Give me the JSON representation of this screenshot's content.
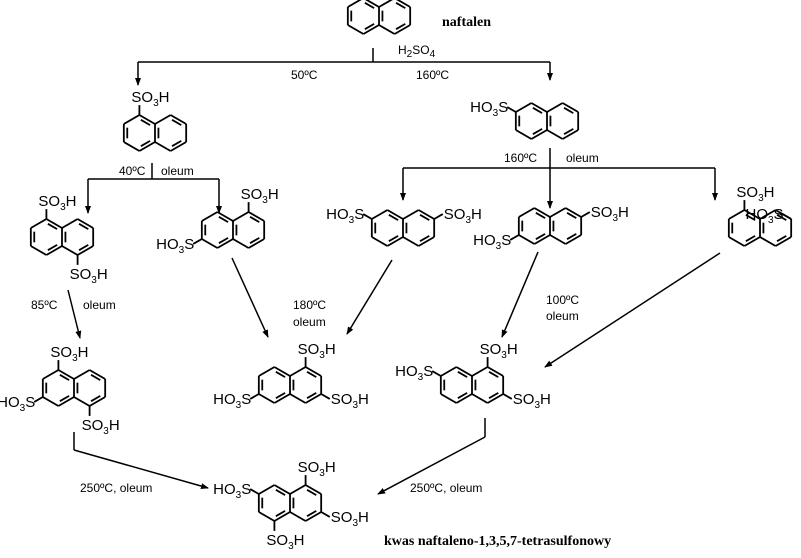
{
  "title": "naftalen",
  "product_name": "kwas naftaleno-1,3,5,7-tetrasulfonowy",
  "reagents": {
    "h2so4": {
      "main": "H",
      "sub1": "2",
      "mid": "SO",
      "sub2": "4"
    },
    "t50": "50ºC",
    "t160_top": "160ºC",
    "t40": "40ºC",
    "oleum": "oleum",
    "t160_mid": "160ºC",
    "t85": "85ºC",
    "t180": "180ºC",
    "t100": "100ºC",
    "t250_left": "250ºC, oleum",
    "t250_right": "250ºC, oleum"
  },
  "groups": {
    "so3h": {
      "a": "SO",
      "n": "3",
      "b": "H"
    },
    "ho3s": {
      "a": "HO",
      "n": "3",
      "b": "S"
    }
  },
  "molecules": [
    {
      "id": "naphthalene",
      "name": "naftalen"
    },
    {
      "id": "n1",
      "name": "naphthalene-1-sulfonic acid"
    },
    {
      "id": "n2",
      "name": "naphthalene-2-sulfonic acid"
    },
    {
      "id": "n15",
      "name": "naphthalene-1,5-disulfonic acid"
    },
    {
      "id": "n16",
      "name": "naphthalene-1,6-disulfonic acid"
    },
    {
      "id": "n27",
      "name": "naphthalene-2,7-disulfonic acid"
    },
    {
      "id": "n26",
      "name": "naphthalene-2,6-disulfonic acid"
    },
    {
      "id": "n17",
      "name": "naphthalene-1,7-disulfonic acid"
    },
    {
      "id": "n135",
      "name": "naphthalene-1,3,5-trisulfonic acid"
    },
    {
      "id": "n136",
      "name": "naphthalene-1,3,6-trisulfonic acid"
    },
    {
      "id": "n137",
      "name": "naphthalene-1,3,7-trisulfonic acid"
    },
    {
      "id": "n1357",
      "name": "kwas naftaleno-1,3,5,7-tetrasulfonowy"
    }
  ]
}
